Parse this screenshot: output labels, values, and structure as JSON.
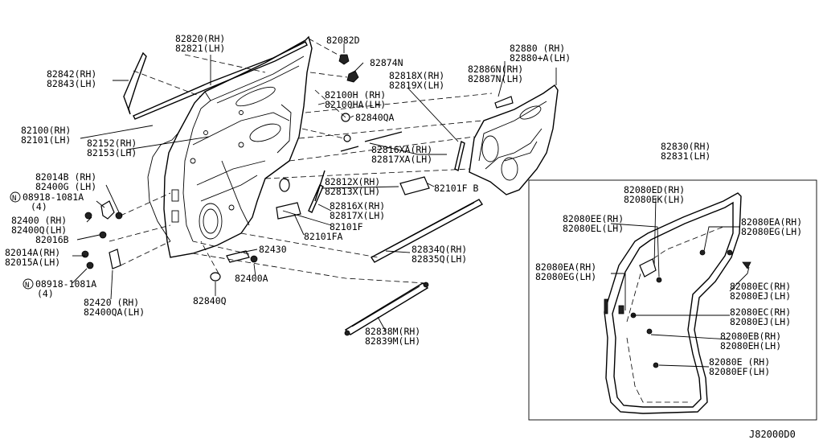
{
  "diagram_id": "J82000D0",
  "labels": {
    "l82820": "82820(RH)",
    "l82821": "82821(LH)",
    "l82082D": "82082D",
    "l82874N": "82874N",
    "l82842": "82842(RH)",
    "l82843": "82843(LH)",
    "l82880": "82880  (RH)",
    "l82880A": "82880+A(LH)",
    "l82886N": "82886N(RH)",
    "l82887N": "82887N(LH)",
    "l82818X": "82818X(RH)",
    "l82819X": "82819X(LH)",
    "l82100H": "82100H  (RH)",
    "l82100HA": "82100HA(LH)",
    "l82840QA": "82840QA",
    "l82100": "82100(RH)",
    "l82101": "82101(LH)",
    "l82152": "82152(RH)",
    "l82153": "82153(LH)",
    "l82816XA": "82816XA(RH)",
    "l82817XA": "82817XA(LH)",
    "l82014B": "82014B (RH)",
    "l82400G": "82400G (LH)",
    "l08918a": "08918-1081A",
    "l4a": "(4)",
    "l82812X": "82812X(RH)",
    "l82813X": "82813X(LH)",
    "l82101FB": "82101F B",
    "l82400": "82400  (RH)",
    "l82400Q": "82400Q(LH)",
    "l82816X": "82816X(RH)",
    "l82817X": "82817X(LH)",
    "l82101F": "82101F",
    "l82016B": "82016B",
    "l82101FA": "82101FA",
    "l82014A": "82014A(RH)",
    "l82015A": "82015A(LH)",
    "l82430": "82430",
    "l82834Q": "82834Q(RH)",
    "l82835Q": "82835Q(LH)",
    "l08918b": "08918-1081A",
    "l4b": "(4)",
    "l82400A": "82400A",
    "l82420": "82420  (RH)",
    "l82400QA": "82400QA(LH)",
    "l82840Q": "82840Q",
    "l82838M": "82838M(RH)",
    "l82839M": "82839M(LH)",
    "l82830": "82830(RH)",
    "l82831": "82831(LH)",
    "l82080ED": "82080ED(RH)",
    "l82080EK": "82080EK(LH)",
    "l82080EE": "82080EE(RH)",
    "l82080EL": "82080EL(LH)",
    "l82080EA1": "82080EA(RH)",
    "l82080EG1": "82080EG(LH)",
    "l82080EA2": "82080EA(RH)",
    "l82080EG2": "82080EG(LH)",
    "l82080EC1": "82080EC(RH)",
    "l82080EJ1": "82080EJ(LH)",
    "l82080EC2": "82080EC(RH)",
    "l82080EJ2": "82080EJ(LH)",
    "l82080EB": "82080EB(RH)",
    "l82080EH": "82080EH(LH)",
    "l82080E": "82080E (RH)",
    "l82080EF": "82080EF(LH)"
  }
}
